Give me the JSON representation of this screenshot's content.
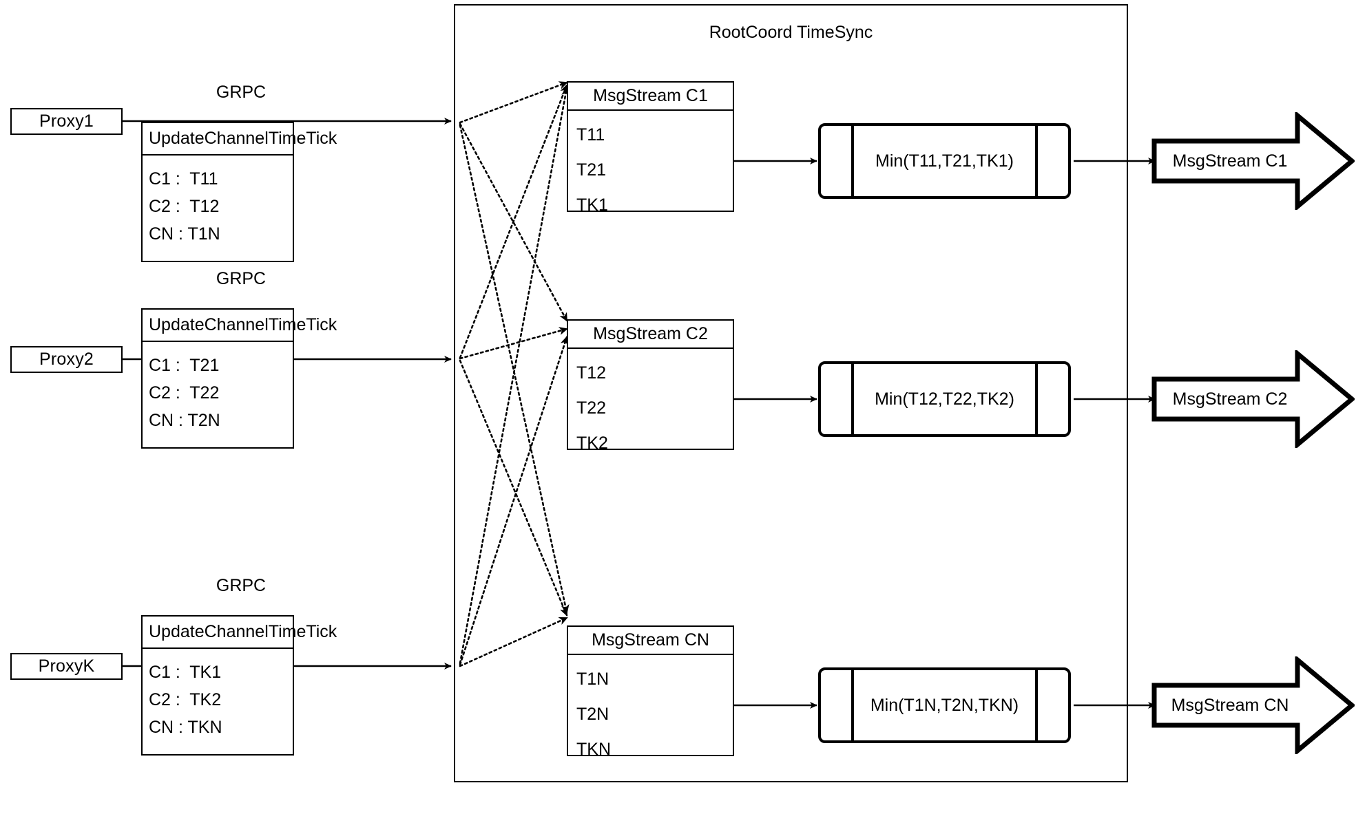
{
  "diagram": {
    "title": "RootCoord TimeSync",
    "container_label": "RootCoord TimeSync"
  },
  "proxies": [
    {
      "name": "Proxy1",
      "link_label": "GRPC",
      "request": {
        "title": "UpdateChannelTimeTick",
        "rows": [
          "C1 :  T11",
          "C2 :  T12",
          "CN : T1N"
        ]
      }
    },
    {
      "name": "Proxy2",
      "link_label": "GRPC",
      "request": {
        "title": "UpdateChannelTimeTick",
        "rows": [
          "C1 :  T21",
          "C2 :  T22",
          "CN : T2N"
        ]
      }
    },
    {
      "name": "ProxyK",
      "link_label": "GRPC",
      "request": {
        "title": "UpdateChannelTimeTick",
        "rows": [
          "C1 :  TK1",
          "C2 :  TK2",
          "CN : TKN"
        ]
      }
    }
  ],
  "channels": [
    {
      "stream_title": "MsgStream C1",
      "ticks": [
        "T11",
        "T21",
        "TK1"
      ],
      "min_label": "Min(T11,T21,TK1)",
      "output_label": "MsgStream C1"
    },
    {
      "stream_title": "MsgStream C2",
      "ticks": [
        "T12",
        "T22",
        "TK2"
      ],
      "min_label": "Min(T12,T22,TK2)",
      "output_label": "MsgStream C2"
    },
    {
      "stream_title": "MsgStream CN",
      "ticks": [
        "T1N",
        "T2N",
        "TKN"
      ],
      "min_label": "Min(T1N,T2N,TKN)",
      "output_label": "MsgStream CN"
    }
  ],
  "colors": {
    "stroke": "#000000",
    "background": "#ffffff"
  }
}
